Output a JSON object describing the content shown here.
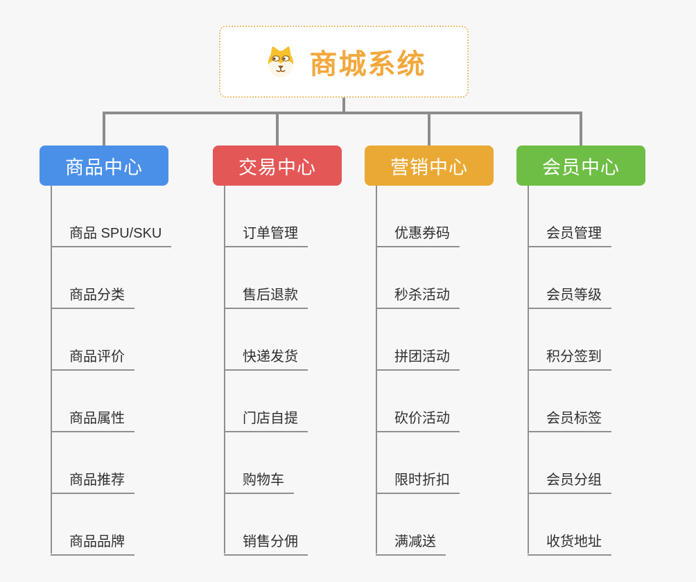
{
  "root": {
    "title": "商城系统",
    "icon": "dog-face-icon"
  },
  "colors": {
    "background": "#f7f7f7",
    "connector": "#8c8c8c",
    "root_border": "#f0bc72",
    "root_title": "#f2a83d",
    "leaf_text": "#2f2f2f",
    "leaf_line": "#8f8f8f"
  },
  "branches": [
    {
      "label": "商品中心",
      "color": "#4b90e8",
      "items": [
        "商品 SPU/SKU",
        "商品分类",
        "商品评价",
        "商品属性",
        "商品推荐",
        "商品品牌"
      ]
    },
    {
      "label": "交易中心",
      "color": "#e45757",
      "items": [
        "订单管理",
        "售后退款",
        "快递发货",
        "门店自提",
        "购物车",
        "销售分佣"
      ]
    },
    {
      "label": "营销中心",
      "color": "#eaa935",
      "items": [
        "优惠券码",
        "秒杀活动",
        "拼团活动",
        "砍价活动",
        "限时折扣",
        "满减送"
      ]
    },
    {
      "label": "会员中心",
      "color": "#6ebe45",
      "items": [
        "会员管理",
        "会员等级",
        "积分签到",
        "会员标签",
        "会员分组",
        "收货地址"
      ]
    }
  ]
}
